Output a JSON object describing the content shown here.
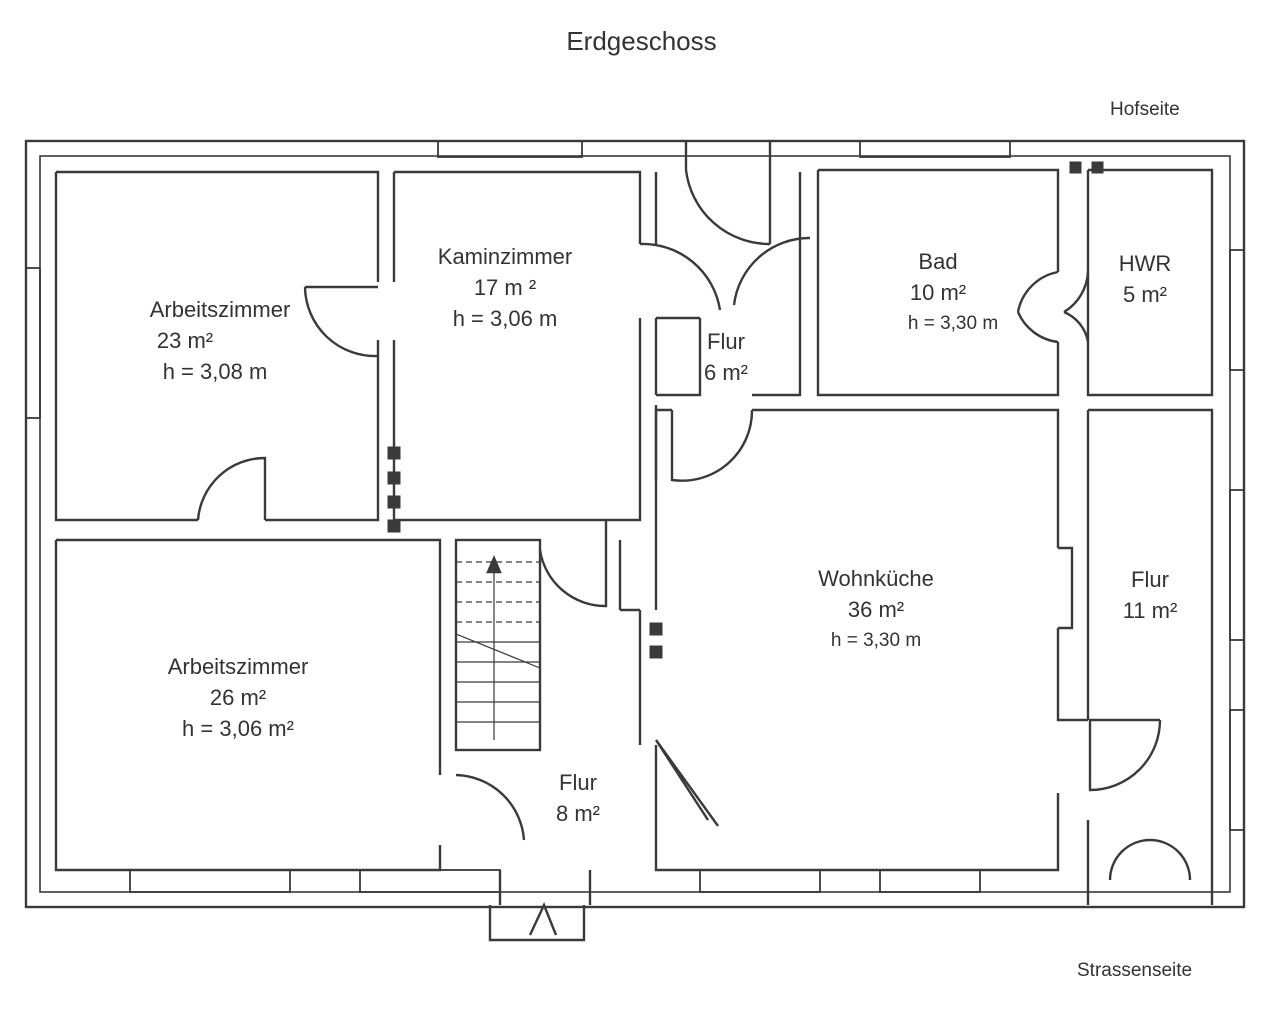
{
  "title": "Erdgeschoss",
  "side_labels": {
    "top": "Hofseite",
    "bottom": "Strassenseite"
  },
  "rooms": [
    {
      "name": "Arbeitszimmer",
      "area": "23 m²",
      "height": "h = 3,08 m"
    },
    {
      "name": "Kaminzimmer",
      "area": "17 m ²",
      "height": "h = 3,06 m"
    },
    {
      "name": "Flur",
      "area": "6 m²",
      "height": ""
    },
    {
      "name": "Bad",
      "area": "10 m²",
      "height": "h = 3,30 m"
    },
    {
      "name": "HWR",
      "area": "5 m²",
      "height": ""
    },
    {
      "name": "Arbeitszimmer",
      "area": "26 m²",
      "height": "h = 3,06 m²"
    },
    {
      "name": "Flur",
      "area": "8 m²",
      "height": ""
    },
    {
      "name": "Wohnküche",
      "area": "36 m²",
      "height": "h = 3,30 m"
    },
    {
      "name": "Flur",
      "area": "11 m²",
      "height": ""
    }
  ],
  "colors": {
    "line": "#3a3a3a",
    "background": "#ffffff",
    "text": "#333333"
  }
}
